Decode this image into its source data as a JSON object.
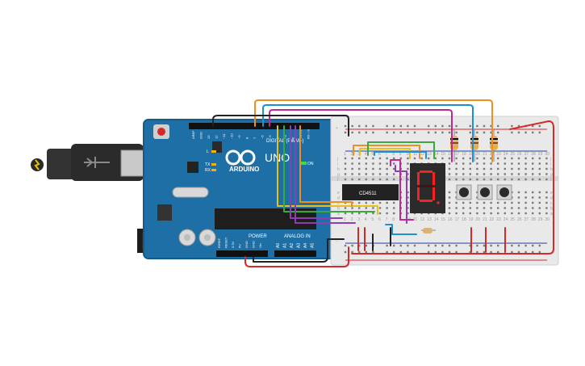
{
  "arduino": {
    "logo_text": "ARDUINO",
    "model": "UNO",
    "header_digital": "DIGITAL (PWM~)",
    "header_power": "POWER",
    "header_analog": "ANALOG IN",
    "on_label": "ON",
    "l_label": "L",
    "tx_label": "TX",
    "rx_label": "RX",
    "power_pins": [
      "IOREF",
      "RESET",
      "3.3V",
      "5V",
      "GND",
      "GND",
      "Vin"
    ],
    "analog_pins": [
      "A0",
      "A1",
      "A2",
      "A3",
      "A4",
      "A5"
    ],
    "digital_pins": [
      "AREF",
      "GND",
      "13",
      "12",
      "~11",
      "~10",
      "~9",
      "8",
      "7",
      "~6",
      "~5",
      "4",
      "~3",
      "2",
      "TX→1",
      "RX←0"
    ]
  },
  "breadboard": {
    "column_numbers": [
      "1",
      "2",
      "3",
      "4",
      "5",
      "6",
      "7",
      "8",
      "9",
      "10",
      "11",
      "12",
      "13",
      "14",
      "15",
      "16",
      "17",
      "18",
      "19",
      "20",
      "21",
      "22",
      "23",
      "24",
      "25",
      "26",
      "27",
      "28",
      "29",
      "30"
    ],
    "row_letters_top": [
      "j",
      "i",
      "h",
      "g",
      "f"
    ],
    "row_letters_bottom": [
      "e",
      "d",
      "c",
      "b",
      "a"
    ],
    "rail_plus": "+",
    "rail_minus": "−"
  },
  "ic": {
    "label": "CD4511"
  },
  "display": {
    "digit": "0"
  },
  "colors": {
    "board": "#1f6fa7",
    "board_dark": "#17598a",
    "breadboard": "#e9e9e9",
    "red": "#d42a2a",
    "black": "#222222",
    "orange": "#ef8f1f",
    "purple": "#8d3fb1",
    "magenta": "#c0288f",
    "blue": "#1f8fd0",
    "yellow": "#e5c119",
    "green": "#3aa83a",
    "segment_on": "#ff1f1f",
    "segment_off": "#4a1010"
  },
  "icons": [
    "usb-cable-icon",
    "dc-jack-icon",
    "reset-button-icon",
    "push-button-icon"
  ]
}
